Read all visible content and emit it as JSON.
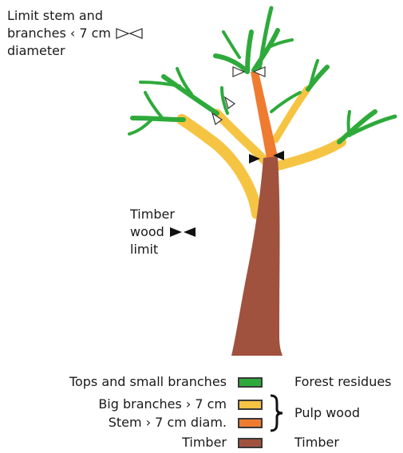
{
  "annotations": {
    "limit_line1": "Limit stem and",
    "limit_line2": "branches ‹ 7 cm",
    "limit_line3": "diameter",
    "timber_line1": "Timber",
    "timber_line2": "wood",
    "timber_line3": "limit"
  },
  "legend": {
    "items": [
      {
        "label": "Tops and small branches",
        "color": "#2eaa3b",
        "category": "Forest residues"
      },
      {
        "label": "Big branches › 7 cm",
        "color": "#f6c443",
        "category": "Pulp wood"
      },
      {
        "label": "Stem › 7 cm diam.",
        "color": "#ef7b31",
        "category": "Pulp wood"
      },
      {
        "label": "Timber",
        "color": "#a0523e",
        "category": "Timber"
      }
    ],
    "residues_label": "Forest residues",
    "pulp_label": "Pulp wood",
    "timber_label": "Timber"
  },
  "colors": {
    "small_branches": "#2eaa3b",
    "big_branches": "#f6c443",
    "stem_pulp": "#ef7b31",
    "timber": "#a0523e"
  }
}
